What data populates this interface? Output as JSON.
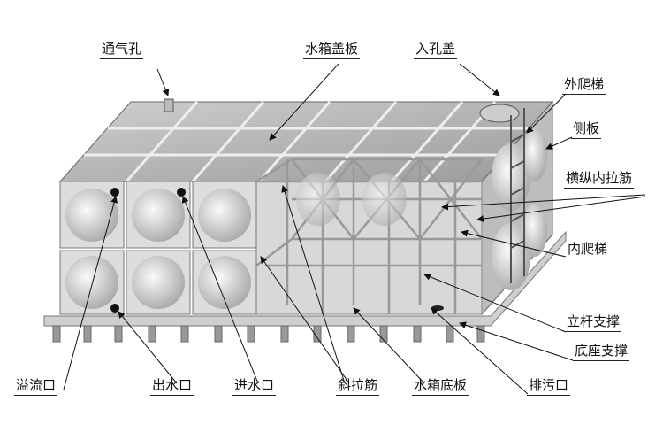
{
  "labels": {
    "vent": "通气孔",
    "cover_plate": "水箱盖板",
    "manhole_cover": "入孔盖",
    "outer_ladder": "外爬梯",
    "side_plate": "侧板",
    "inner_ties": "横纵内拉筋",
    "inner_ladder": "内爬梯",
    "pole_support": "立杆支撑",
    "base_support": "底座支撑",
    "drain": "排污口",
    "bottom_plate": "水箱底板",
    "diagonal_ties": "斜拉筋",
    "inlet": "进水口",
    "outlet": "出水口",
    "overflow": "溢流口"
  },
  "colors": {
    "panel": "#e4e4e4",
    "frame": "#888888",
    "line": "#111111"
  }
}
